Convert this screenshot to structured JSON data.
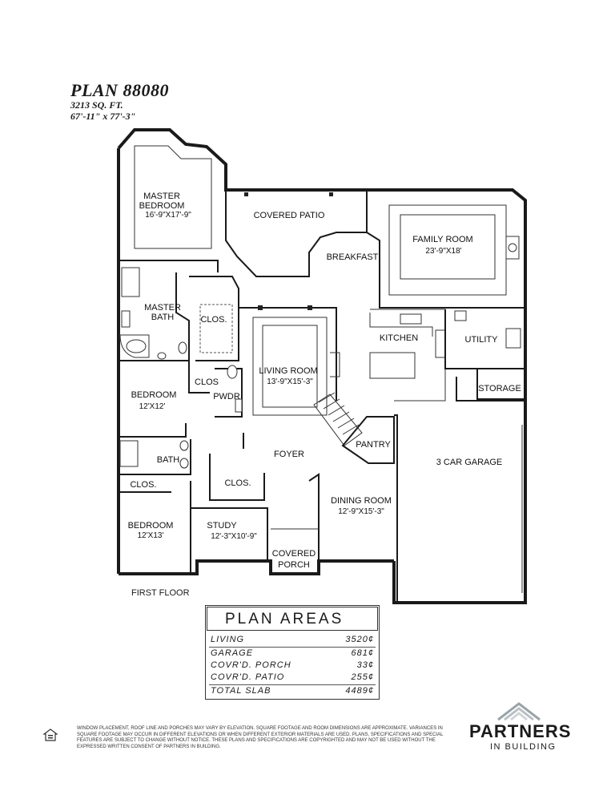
{
  "header": {
    "title": "PLAN 88080",
    "sqft": "3213 SQ. FT.",
    "dimensions": "67'-11\" x 77'-3\""
  },
  "rooms": {
    "master_bedroom": {
      "name_line1": "MASTER",
      "name_line2": "BEDROOM",
      "size": "16'-9\"X17'-9\""
    },
    "covered_patio": {
      "name": "COVERED PATIO"
    },
    "family_room": {
      "name": "FAMILY ROOM",
      "size": "23'-9\"X18'"
    },
    "breakfast": {
      "name": "BREAKFAST"
    },
    "master_bath": {
      "name_line1": "MASTER",
      "name_line2": "BATH"
    },
    "master_closet": {
      "name": "CLOS."
    },
    "living_room": {
      "name": "LIVING ROOM",
      "size": "13'-9\"X15'-3\""
    },
    "kitchen": {
      "name": "KITCHEN"
    },
    "utility": {
      "name": "UTILITY"
    },
    "storage": {
      "name": "STORAGE"
    },
    "bedroom_2": {
      "name": "BEDROOM",
      "size": "12'X12'"
    },
    "bedroom_2_closet": {
      "name": "CLOS"
    },
    "powder": {
      "name": "PWDR"
    },
    "pantry": {
      "name": "PANTRY"
    },
    "bath": {
      "name": "BATH"
    },
    "foyer": {
      "name": "FOYER"
    },
    "garage": {
      "name": "3 CAR GARAGE"
    },
    "bedroom_3_closet": {
      "name": "CLOS."
    },
    "study_closet": {
      "name": "CLOS."
    },
    "dining_room": {
      "name": "DINING ROOM",
      "size": "12'-9\"X15'-3\""
    },
    "bedroom_3": {
      "name": "BEDROOM",
      "size": "12'X13'"
    },
    "study": {
      "name": "STUDY",
      "size": "12'-3\"X10'-9\""
    },
    "covered_porch": {
      "name_line1": "COVERED",
      "name_line2": "PORCH"
    }
  },
  "floor_label": "FIRST FLOOR",
  "plan_areas": {
    "title": "PLAN AREAS",
    "rows": [
      {
        "label": "LIVING",
        "value": "3520"
      },
      {
        "label": "GARAGE",
        "value": "681"
      },
      {
        "label": "COVR'D. PORCH",
        "value": "33"
      },
      {
        "label": "COVR'D. PATIO",
        "value": "255"
      }
    ],
    "total": {
      "label": "TOTAL SLAB",
      "value": "4489"
    },
    "unit_mark": "¢"
  },
  "disclaimer": "WINDOW PLACEMENT, ROOF LINE AND PORCHES MAY VARY BY ELEVATION. SQUARE FOOTAGE AND ROOM DIMENSIONS ARE APPROXIMATE. VARIANCES IN SQUARE FOOTAGE MAY OCCUR IN DIFFERENT ELEVATIONS OR WHEN DIFFERENT EXTERIOR MATERIALS ARE USED. PLANS, SPECIFICATIONS AND SPECIAL FEATURES ARE SUBJECT TO CHANGE WITHOUT NOTICE. THESE PLANS AND SPECIFICATIONS ARE COPYRIGHTED AND MAY NOT BE USED WITHOUT THE EXPRESSED WRITTEN CONSENT OF PARTNERS IN BUILDING.",
  "brand": {
    "name": "PARTNERS",
    "sub": "IN BUILDING"
  },
  "icons": {
    "equal_housing": "equal-housing-icon",
    "brand_roof": "roof-icon"
  }
}
